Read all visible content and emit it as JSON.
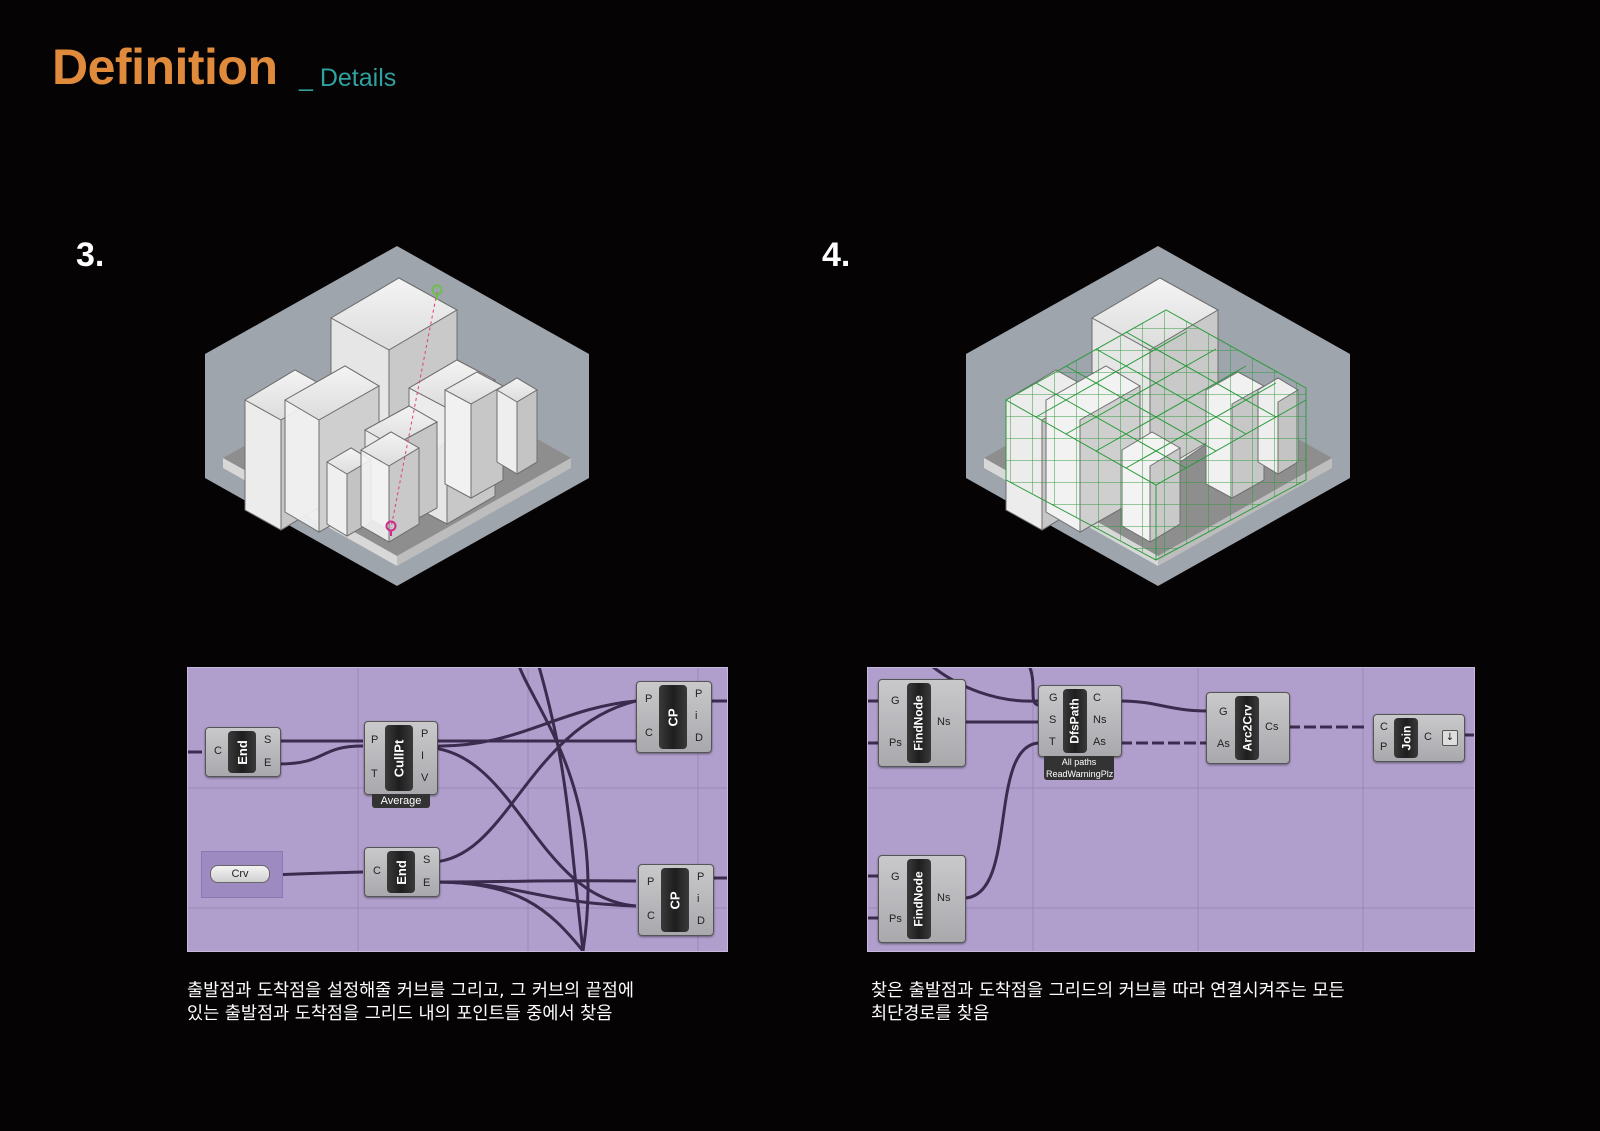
{
  "header": {
    "title": "Definition",
    "subtitle": "_ Details"
  },
  "steps": [
    {
      "number": "3.",
      "caption_line1": "출발점과 도착점을 설정해줄 커브를 그리고, 그 커브의 끝점에",
      "caption_line2": "있는 출발점과 도착점을 그리드 내의 포인트들 중에서 찾음",
      "nodes": {
        "end1": {
          "label": "End",
          "inputs": [
            "C"
          ],
          "outputs": [
            "S",
            "E"
          ]
        },
        "cullpt": {
          "label": "CullPt",
          "inputs": [
            "P",
            "T"
          ],
          "outputs": [
            "P",
            "I",
            "V"
          ],
          "tag": "Average"
        },
        "cp1": {
          "label": "CP",
          "inputs": [
            "P",
            "C"
          ],
          "outputs": [
            "P",
            "i",
            "D"
          ]
        },
        "crv": {
          "label": "Crv"
        },
        "end2": {
          "label": "End",
          "inputs": [
            "C"
          ],
          "outputs": [
            "S",
            "E"
          ]
        },
        "cp2": {
          "label": "CP",
          "inputs": [
            "P",
            "C"
          ],
          "outputs": [
            "P",
            "i",
            "D"
          ]
        }
      }
    },
    {
      "number": "4.",
      "caption_line1": "찾은 출발점과 도착점을 그리드의 커브를 따라 연결시켜주는 모든",
      "caption_line2": "최단경로를 찾음",
      "nodes": {
        "findnode1": {
          "label": "FindNode",
          "inputs": [
            "G",
            "Ps"
          ],
          "outputs": [
            "Ns"
          ]
        },
        "dfspath": {
          "label": "DfsPath",
          "inputs": [
            "G",
            "S",
            "T"
          ],
          "outputs": [
            "C",
            "Ns",
            "As"
          ],
          "tag_line1": "All paths",
          "tag_line2": "ReadWarningPlz"
        },
        "arc2crv": {
          "label": "Arc2Crv",
          "inputs": [
            "G",
            "As"
          ],
          "outputs": [
            "Cs"
          ]
        },
        "join": {
          "label": "Join",
          "inputs": [
            "C",
            "P"
          ],
          "outputs": [
            "C"
          ]
        },
        "findnode2": {
          "label": "FindNode",
          "inputs": [
            "G",
            "Ps"
          ],
          "outputs": [
            "Ns"
          ]
        }
      }
    }
  ],
  "colors": {
    "title": "#e08a3c",
    "subtitle": "#2fa1a0",
    "canvas": "#b09fcc",
    "grid_lines": "#2a9a3a",
    "start_marker": "#6cc04a",
    "end_marker": "#d02a8a"
  },
  "icons": {
    "start_marker": "map-pin-icon",
    "end_marker": "map-pin-icon",
    "join_option": "arrow-down-icon"
  }
}
